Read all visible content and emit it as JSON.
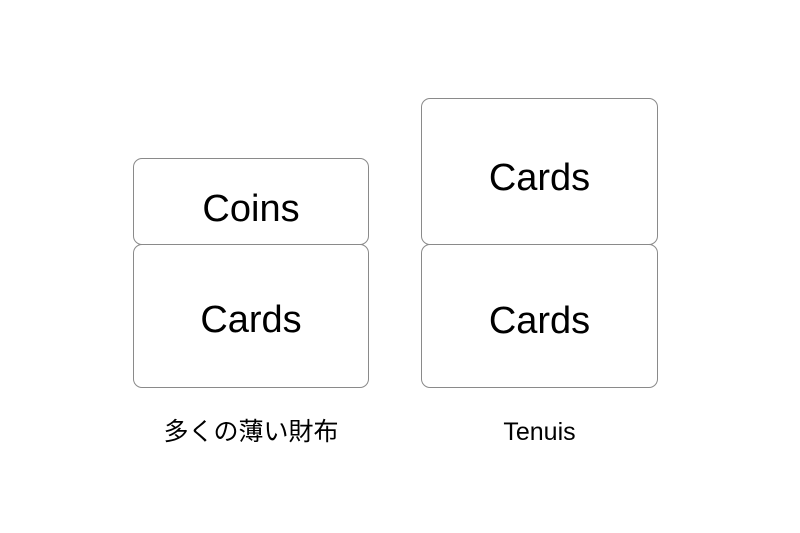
{
  "diagram": {
    "background_color": "#ffffff",
    "border_color": "#8a8a8a",
    "text_color": "#000000",
    "groups": [
      {
        "id": "left",
        "caption": "多くの薄い財布",
        "cards": [
          {
            "label": "Coins"
          },
          {
            "label": "Cards"
          }
        ]
      },
      {
        "id": "right",
        "caption": "Tenuis",
        "cards": [
          {
            "label": "Cards"
          },
          {
            "label": "Cards"
          }
        ]
      }
    ]
  }
}
